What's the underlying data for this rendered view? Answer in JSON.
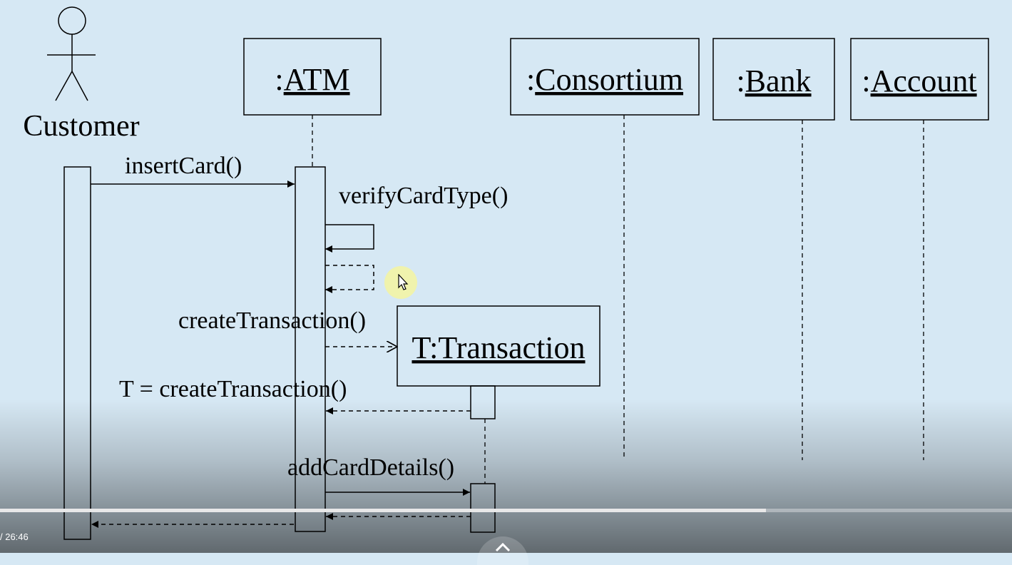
{
  "diagram": {
    "actor": {
      "name": "Customer"
    },
    "lifelines": [
      {
        "id": "atm",
        "prefix": ":",
        "name": "ATM"
      },
      {
        "id": "consortium",
        "prefix": ":",
        "name": "Consortium"
      },
      {
        "id": "bank",
        "prefix": ":",
        "name": "Bank"
      },
      {
        "id": "account",
        "prefix": ":",
        "name": "Account"
      },
      {
        "id": "transaction",
        "prefix": "",
        "name": "T:Transaction"
      }
    ],
    "messages": [
      {
        "id": "m1",
        "label": "insertCard()",
        "kind": "sync"
      },
      {
        "id": "m2",
        "label": "verifyCardType()",
        "kind": "self-sync"
      },
      {
        "id": "m3",
        "label": "",
        "kind": "self-return"
      },
      {
        "id": "m4",
        "label": "createTransaction()",
        "kind": "create"
      },
      {
        "id": "m5",
        "label": "T = createTransaction()",
        "kind": "return"
      },
      {
        "id": "m6",
        "label": "addCardDetails()",
        "kind": "sync"
      },
      {
        "id": "m7",
        "label": "",
        "kind": "return"
      },
      {
        "id": "m8",
        "label": "",
        "kind": "return"
      }
    ]
  },
  "player": {
    "time": "/ 26:46",
    "progress": 0.757
  },
  "icons": {
    "cursor": "mouse-pointer-icon",
    "expand": "chevron-up-icon"
  }
}
